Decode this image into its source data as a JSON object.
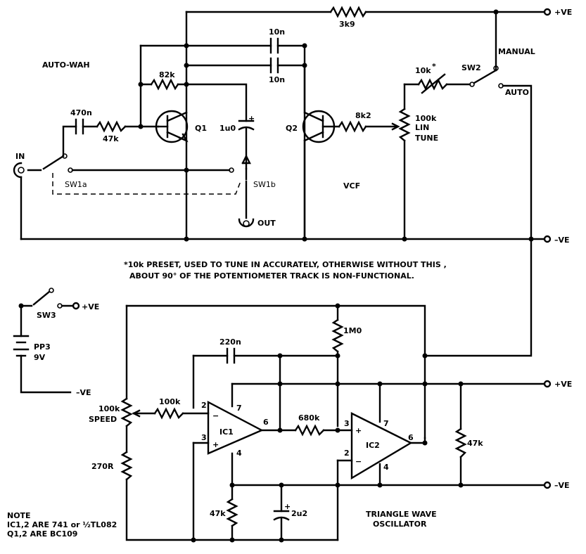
{
  "title": "AUTO-WAH",
  "components": {
    "r_3k9": "3k9",
    "c_10n_a": "10n",
    "c_10n_b": "10n",
    "r_82k": "82k",
    "c_470n": "470n",
    "r_47k_in": "47k",
    "q1": "Q1",
    "q2": "Q2",
    "c_1u0": "1u0",
    "r_8k2": "8k2",
    "pot_100k_lin": "100k",
    "pot_lin": "LIN",
    "pot_tune": "TUNE",
    "preset_10k": "10k",
    "preset_star": "*",
    "sw2": "SW2",
    "manual": "MANUAL",
    "auto": "AUTO",
    "in": "IN",
    "sw1a": "SW1a",
    "sw1b": "SW1b",
    "out": "OUT",
    "vcf": "VCF",
    "r_1m0": "1M0",
    "c_220n": "220n",
    "r_100k": "100k",
    "pot_speed_val": "100k",
    "pot_speed": "SPEED",
    "r_270r": "270R",
    "ic1": "IC1",
    "ic2": "IC2",
    "r_680k": "680k",
    "r_47k_osc": "47k",
    "r_47k_bot": "47k",
    "c_2u2": "2u2",
    "sw3": "SW3",
    "batt": "PP3",
    "batt_v": "9V"
  },
  "rails": {
    "pos_top": "+VE",
    "neg_top": "–VE",
    "pos_mid": "+VE",
    "neg_mid": "–VE",
    "batt_pos": "+VE",
    "batt_neg": "–VE"
  },
  "pins": {
    "ic1_2": "2",
    "ic1_3": "3",
    "ic1_6": "6",
    "ic1_7": "7",
    "ic1_4": "4",
    "ic2_2": "2",
    "ic2_3": "3",
    "ic2_6": "6",
    "ic2_7": "7",
    "ic2_4": "4"
  },
  "notes": {
    "preset_line1": "*10k PRESET, USED TO TUNE IN ACCURATELY, OTHERWISE WITHOUT THIS ,",
    "preset_line2": "ABOUT 90° OF THE POTENTIOMETER TRACK IS NON-FUNCTIONAL.",
    "osc_line1": "TRIANGLE WAVE",
    "osc_line2": "OSCILLATOR",
    "note_title": "NOTE",
    "note_line1": "IC1,2 ARE 741 or ½TL082",
    "note_line2": "Q1,2 ARE BC109"
  }
}
